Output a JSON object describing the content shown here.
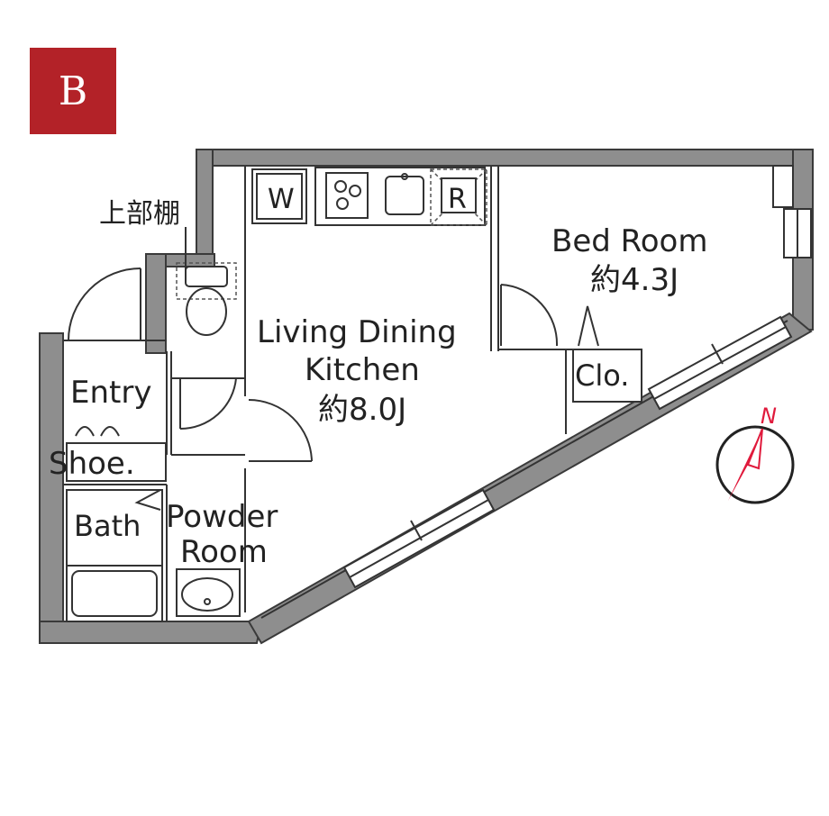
{
  "plan_type": {
    "label": "B",
    "color": "#b32228"
  },
  "rooms": {
    "upper_shelf": "上部棚",
    "washer": "W",
    "fridge": "R",
    "ldk_line1": "Living Dining",
    "ldk_line2": "Kitchen",
    "ldk_size": "約8.0J",
    "bedroom": "Bed Room",
    "bedroom_size": "約4.3J",
    "closet": "Clo.",
    "entry": "Entry",
    "shoe": "Shoe.",
    "bath": "Bath",
    "powder_line1": "Powder",
    "powder_line2": "Room"
  },
  "compass": {
    "label": "N",
    "color": "#e01a3c"
  },
  "colors": {
    "wall": "#8e8e8e",
    "line": "#333333"
  }
}
